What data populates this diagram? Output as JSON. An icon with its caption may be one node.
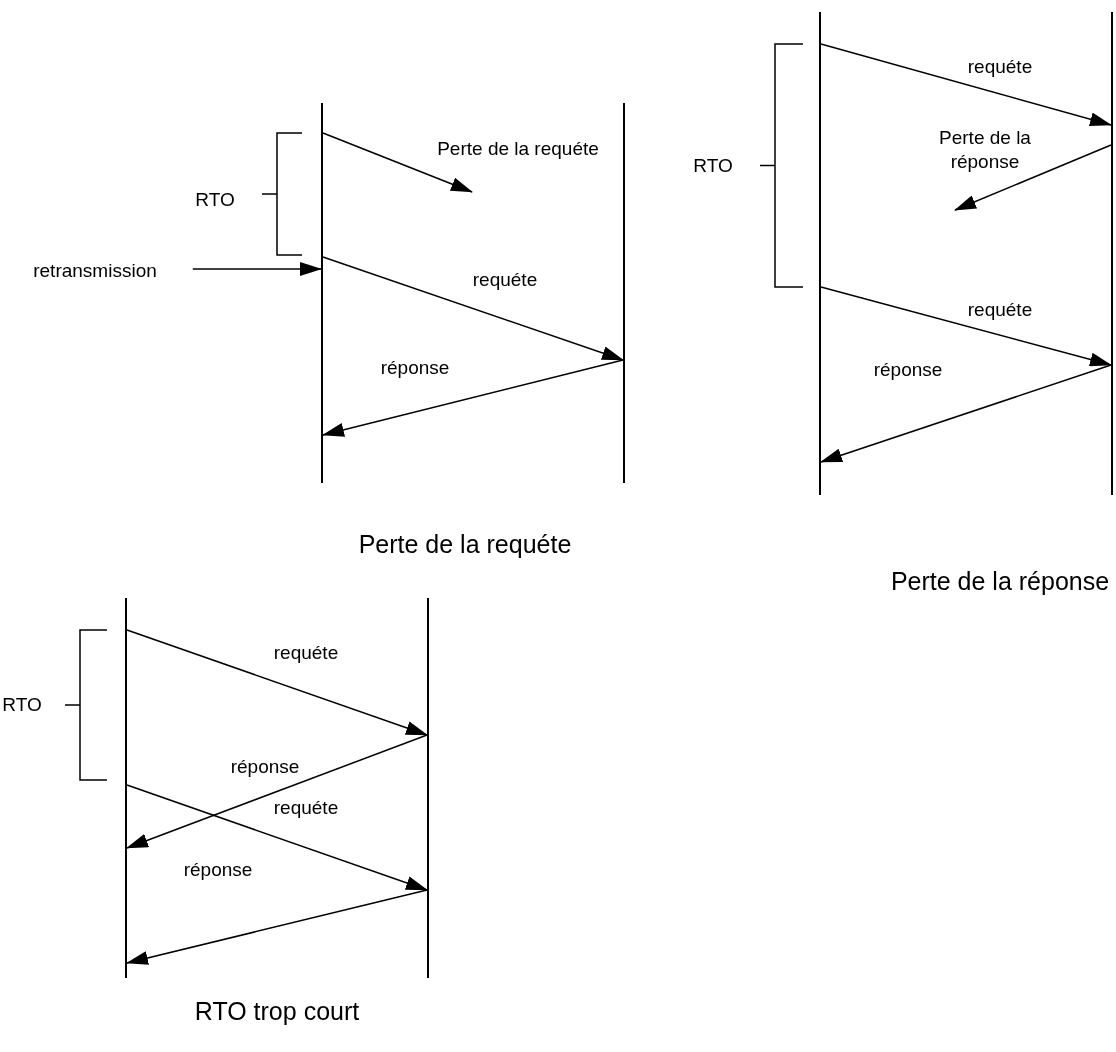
{
  "diagram": {
    "nodes": [
      {
        "text": [],
        "shape": "bar"
      },
      {
        "text": [],
        "shape": "bar"
      },
      {
        "text": [
          "retransmission"
        ]
      },
      {
        "text": [],
        "shape": "bar"
      },
      {
        "text": [],
        "shape": "bar"
      },
      {
        "text": [],
        "shape": "bar"
      },
      {
        "text": [],
        "shape": "bar"
      }
    ],
    "edges": [
      {
        "from": 0,
        "to": null,
        "arrow": "to",
        "label": "Perte de la requéte"
      },
      {
        "from": 2,
        "to": 0,
        "arrow": "to"
      },
      {
        "from": 0,
        "to": 1,
        "arrow": "to",
        "label": "requéte"
      },
      {
        "from": 1,
        "to": 0,
        "arrow": "to",
        "label": "réponse"
      },
      {
        "from": 3,
        "to": 4,
        "arrow": "to",
        "label": "requéte"
      },
      {
        "from": 4,
        "to": null,
        "arrow": "to",
        "label": "Perte de la réponse"
      },
      {
        "from": 3,
        "to": 4,
        "arrow": "to",
        "label": "requéte"
      },
      {
        "from": 4,
        "to": 3,
        "arrow": "to",
        "label": "réponse"
      },
      {
        "from": 5,
        "to": 6,
        "arrow": "to",
        "label": "requéte"
      },
      {
        "from": 6,
        "to": 5,
        "arrow": "to",
        "label": "réponse"
      },
      {
        "from": 5,
        "to": 6,
        "arrow": "to",
        "label": "requéte"
      },
      {
        "from": 6,
        "to": 5,
        "arrow": "to",
        "label": "réponse"
      }
    ],
    "labels": [
      "RTO",
      "Perte de la requéte",
      "RTO",
      "Perte de la réponse",
      "RTO",
      "RTO trop court"
    ]
  }
}
